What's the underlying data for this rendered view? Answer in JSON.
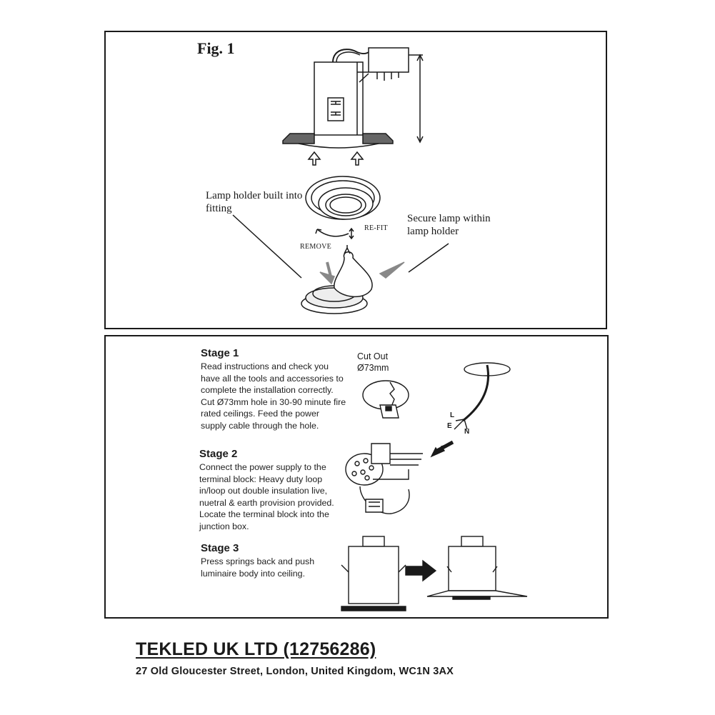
{
  "figure": {
    "title": "Fig. 1",
    "label_lamp_holder": "Lamp holder built into fitting",
    "label_secure_lamp": "Secure lamp within lamp holder",
    "label_refit": "RE-FIT",
    "label_remove": "REMOVE"
  },
  "stages": {
    "cutout_label": "Cut Out",
    "cutout_size": "Ø73mm",
    "wire_l": "L",
    "wire_e": "E",
    "wire_n": "N",
    "stage1": {
      "title": "Stage 1",
      "text": "Read instructions and check you have all the tools and accessories to complete the installation correctly. Cut Ø73mm hole in 30-90 minute fire rated ceilings. Feed the  power supply cable through the hole."
    },
    "stage2": {
      "title": "Stage 2",
      "text": "Connect the power supply to the terminal block: Heavy duty loop in/loop out double insulation live, nuetral & earth provision provided. Locate the terminal block into the junction box."
    },
    "stage3": {
      "title": "Stage 3",
      "text": "Press springs back and push luminaire body into ceiling."
    }
  },
  "footer": {
    "company_name": "TEKLED UK LTD (12756286)",
    "address": "27 Old Gloucester Street, London, United Kingdom, WC1N 3AX"
  }
}
